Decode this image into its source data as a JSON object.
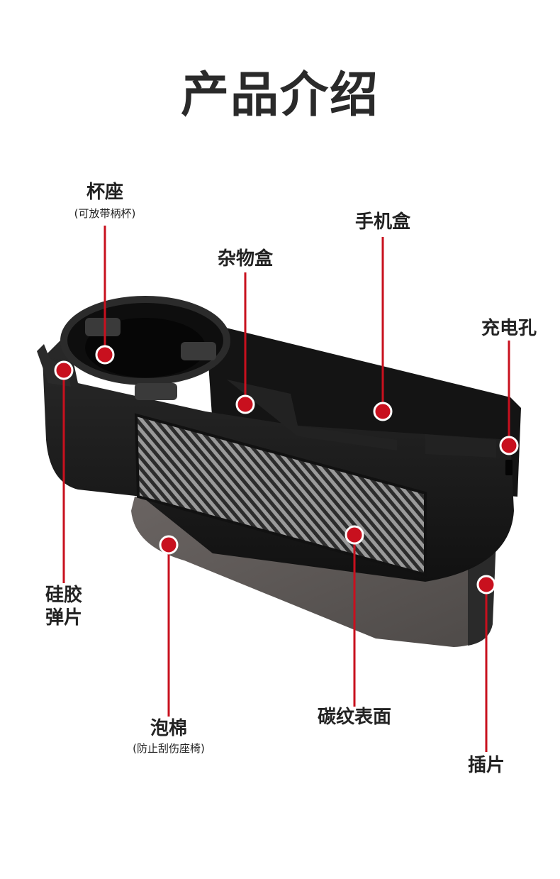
{
  "title": "产品介绍",
  "labels": {
    "cup_holder": "杯座",
    "cup_holder_note": "(可放带柄杯)",
    "phone_box": "手机盒",
    "storage_box": "杂物盒",
    "charge_port": "充电孔",
    "silicone_line1": "硅胶",
    "silicone_line2": "弹片",
    "foam": "泡棉",
    "foam_note": "(防止刮伤座椅)",
    "carbon_surface": "碳纹表面",
    "insert": "插片"
  },
  "colors": {
    "accent_red": "#c8101e",
    "product_black": "#1b1b1b",
    "foam_gray": "#5b5654"
  }
}
